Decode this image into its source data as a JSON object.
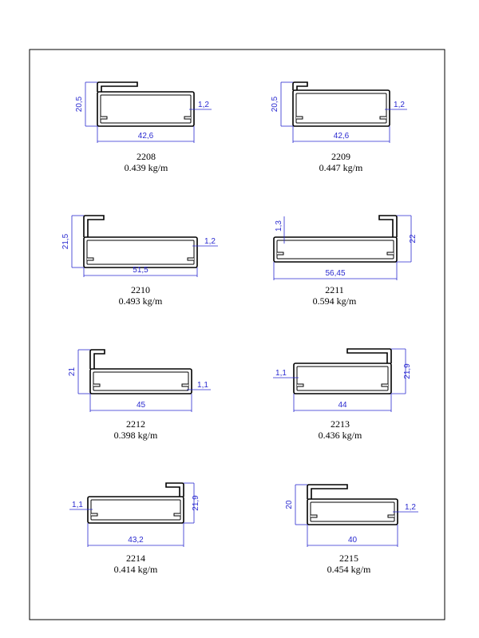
{
  "profiles": [
    {
      "code": "2208",
      "weight": "0.439 kg/m",
      "height_dim": "20,5",
      "width_dim": "42,6",
      "wall_dim": "1,2"
    },
    {
      "code": "2209",
      "weight": "0.447 kg/m",
      "height_dim": "20,5",
      "width_dim": "42,6",
      "wall_dim": "1,2"
    },
    {
      "code": "2210",
      "weight": "0.493 kg/m",
      "height_dim": "21,5",
      "width_dim": "51,5",
      "wall_dim": "1,2"
    },
    {
      "code": "2211",
      "weight": "0.594 kg/m",
      "height_dim": "22",
      "width_dim": "56,45",
      "wall_dim": "1,3"
    },
    {
      "code": "2212",
      "weight": "0.398 kg/m",
      "height_dim": "21",
      "width_dim": "45",
      "wall_dim": "1,1"
    },
    {
      "code": "2213",
      "weight": "0.436 kg/m",
      "height_dim": "21,9",
      "width_dim": "44",
      "wall_dim": "1,1"
    },
    {
      "code": "2214",
      "weight": "0.414 kg/m",
      "height_dim": "21,9",
      "width_dim": "43,2",
      "wall_dim": "1,1"
    },
    {
      "code": "2215",
      "weight": "0.454 kg/m",
      "height_dim": "20",
      "width_dim": "40",
      "wall_dim": "1,2"
    }
  ],
  "colors": {
    "dimension": "#2a2ad0",
    "outline": "#000000"
  }
}
